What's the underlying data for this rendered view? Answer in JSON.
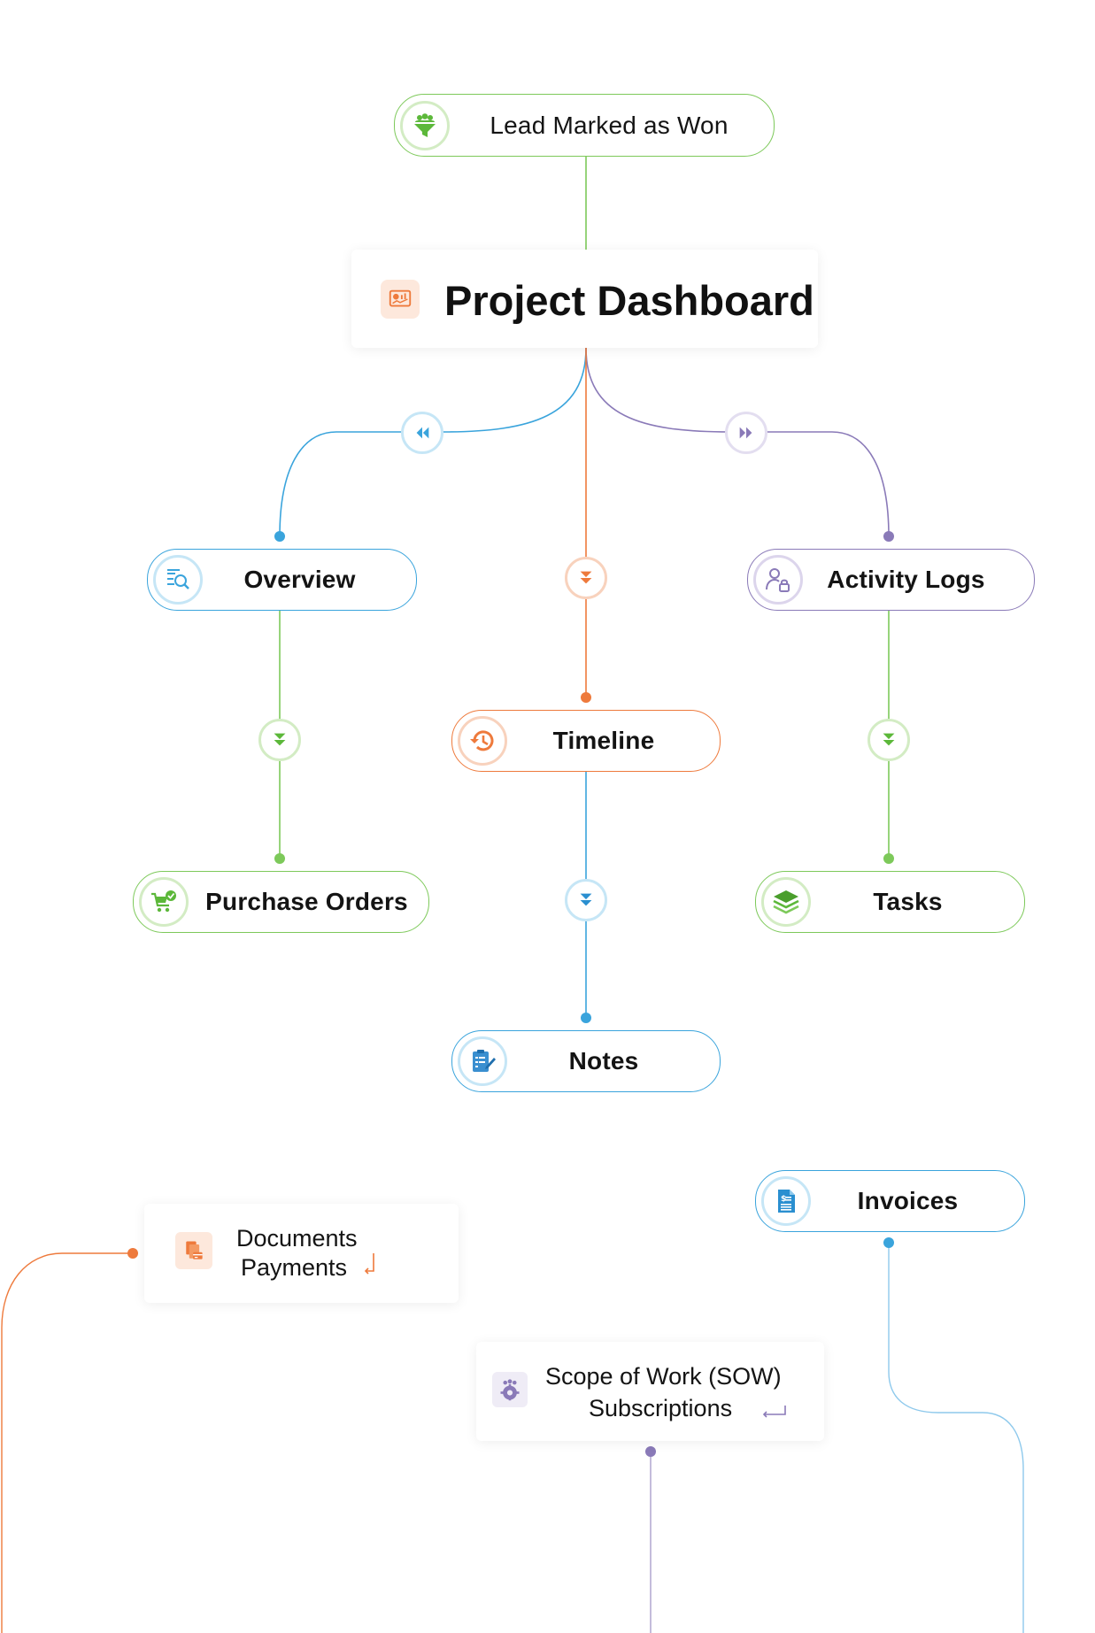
{
  "colors": {
    "green": "#7dc95a",
    "blue": "#3aa4dc",
    "orange": "#ee7a3c",
    "purple": "#8a7ab8"
  },
  "nodes": {
    "lead_won": {
      "label": "Lead Marked as Won",
      "icon": "users-funnel-icon"
    },
    "dashboard": {
      "label": "Project Dashboard",
      "icon": "dashboard-icon"
    },
    "overview": {
      "label": "Overview",
      "icon": "search-list-icon"
    },
    "activity_logs": {
      "label": "Activity Logs",
      "icon": "user-lock-icon"
    },
    "timeline": {
      "label": "Timeline",
      "icon": "history-icon"
    },
    "purchase_orders": {
      "label": "Purchase Orders",
      "icon": "cart-check-icon"
    },
    "tasks": {
      "label": "Tasks",
      "icon": "layers-icon"
    },
    "notes": {
      "label": "Notes",
      "icon": "notepad-pen-icon"
    },
    "invoices": {
      "label": "Invoices",
      "icon": "invoice-dollar-icon"
    },
    "documents_payments": {
      "line1": "Documents",
      "line2": "Payments",
      "icon": "documents-payment-icon"
    },
    "sow_subscriptions": {
      "line1": "Scope of Work (SOW)",
      "line2": "Subscriptions",
      "icon": "team-gear-icon"
    }
  },
  "junction_icons": {
    "left_branch": "double-chevron-left-icon",
    "right_branch": "double-chevron-right-icon",
    "down_arrow": "double-chevron-down-icon"
  }
}
